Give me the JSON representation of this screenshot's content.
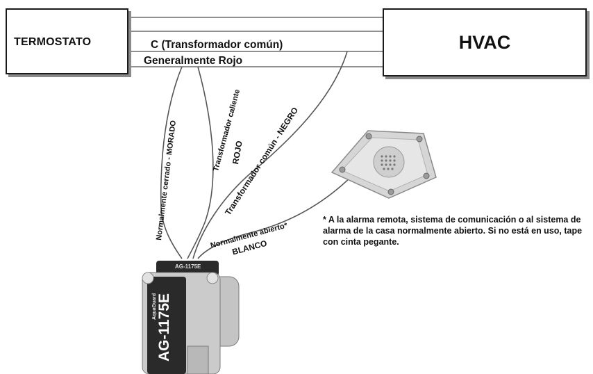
{
  "diagram": {
    "thermostat_box": {
      "label": "TERMOSTATO"
    },
    "hvac_box": {
      "label": "HVAC"
    },
    "c_wire_label": "C (Transformador común)",
    "red_wire_label": "Generalmente Rojo",
    "wire_labels": {
      "purple": "Normalmente cerrado - MORADO",
      "red_top": "Transformador caliente",
      "red_bottom": "ROJO",
      "black": "Transformador común - NEGRO",
      "white_top": "Normalmente abierto*",
      "white_bottom": "BLANCO"
    },
    "device": {
      "model": "AG-1175E",
      "brand": "AquaGuard",
      "top_label": "AG-1175E"
    },
    "note": "* A la alarma remota, sistema de comunicación o al sistema de alarma de la casa normalmente abierto. Si no está en uso, tape con cinta pegante."
  },
  "colors": {
    "line": "#1a1a1a",
    "shadow": "#8a8a8a",
    "device_body": "#c9c9c9",
    "device_dark": "#2a2a2a",
    "sensor": "#d9d9d9"
  }
}
